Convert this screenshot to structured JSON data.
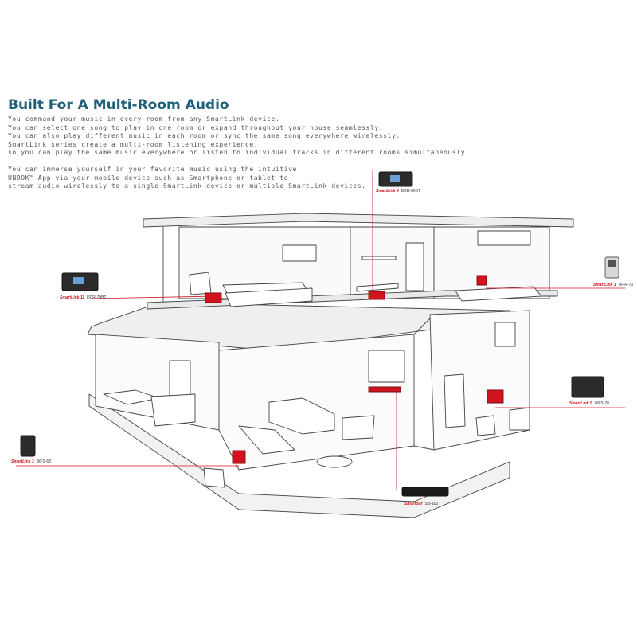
{
  "title": "Built For A Multi-Room Audio",
  "intro": [
    "You command your music in every room from any SmartLink device.",
    "You can select one song to play in one room or expand throughout your house seamlessly.",
    "You can also play different music in each room or sync the same song everywhere wirelessly.",
    "SmartLink series create a multi-room listening experience,",
    "so you can play the same music everywhere or listen to individual tracks in different rooms simultaneously."
  ],
  "intro2": [
    "You can immerse yourself in your favorite music using the intuitive",
    "UNDOK™ App via your mobile device such as Smartphone or tablet to",
    "stream audio wirelessly to a single SmartLink device or multiple SmartLink devices."
  ],
  "devices": {
    "top": {
      "brand": "SmartLink 9",
      "model": "DDR-66BT"
    },
    "left": {
      "brand": "SmartLink 11",
      "model": "DDR-70BT"
    },
    "right_top": {
      "brand": "SmartLink 1",
      "model": "WFR-70"
    },
    "right_mid": {
      "brand": "SmartLink 5",
      "model": "WFS-78"
    },
    "left_bottom": {
      "brand": "SmartLink 3",
      "model": "WFS-68"
    },
    "bottom": {
      "brand": "SmartBar",
      "model": "SB-100"
    }
  },
  "colors": {
    "accent": "#d0141e",
    "title": "#1f5f7a",
    "line": "#444444"
  }
}
